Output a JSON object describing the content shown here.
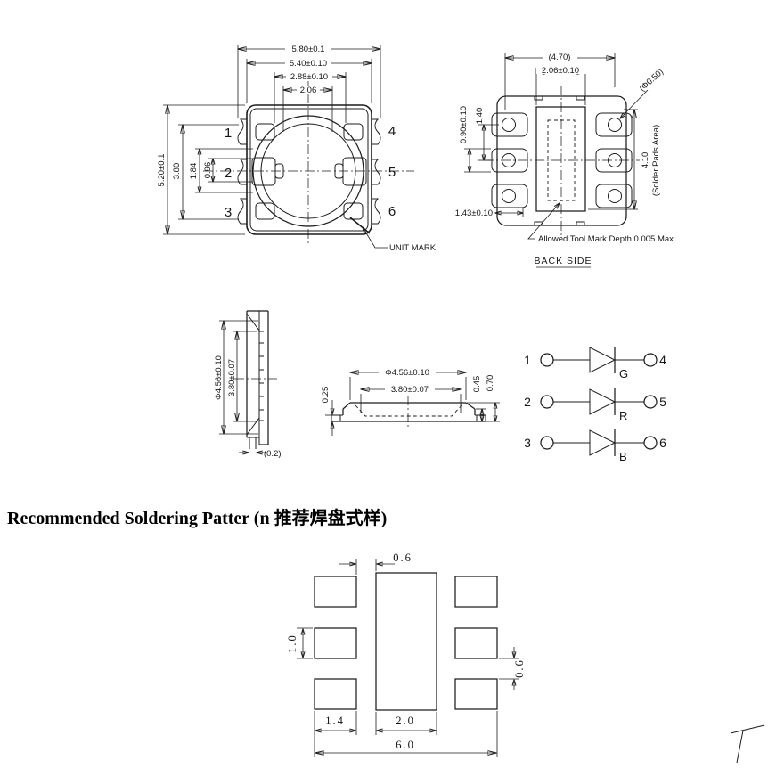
{
  "front_view": {
    "dim_total_width": "5.80±0.1",
    "dim_body_width": "5.40±0.10",
    "dim_inner_width": "2.88±0.10",
    "dim_cup_width": "2.06",
    "dim_total_height": "5.20±0.1",
    "dim_pins_height": "3.80",
    "dim_notch_outer": "1.84",
    "dim_notch_inner": "0.96",
    "pin_1": "1",
    "pin_2": "2",
    "pin_3": "3",
    "pin_4": "4",
    "pin_5": "5",
    "pin_6": "6",
    "unit_mark_label": "UNIT MARK"
  },
  "back_view": {
    "dim_pads_width": "(4.70)",
    "dim_slug_width": "2.06±0.10",
    "dim_hole_dia": "(Φ0.50)",
    "dim_pad_height": "0.90±0.10",
    "dim_pad_pitch": "1.40",
    "dim_pads_height": "4.10",
    "pads_area_note": "(Solder Pads Area)",
    "dim_pad_offset": "1.43±0.10",
    "tool_mark_note": "Allowed Tool Mark Depth 0.005 Max.",
    "caption": "BACK SIDE"
  },
  "side_view": {
    "dim_lens_dia": "Φ4.56±0.10",
    "dim_lens_base": "3.80±0.07",
    "dim_standoff": "(0.2)"
  },
  "section_view": {
    "dim_lens_dia": "Φ4.56±0.10",
    "dim_cup_dia": "3.80±0.07",
    "dim_foot_height": "0.25",
    "dim_step_height": "0.45",
    "dim_total_height": "0.70"
  },
  "circuit": {
    "rows": [
      {
        "anode_pin": "1",
        "cathode_pin": "4",
        "label": "G"
      },
      {
        "anode_pin": "2",
        "cathode_pin": "5",
        "label": "R"
      },
      {
        "anode_pin": "3",
        "cathode_pin": "6",
        "label": "B"
      }
    ]
  },
  "soldering_pattern": {
    "heading": "Recommended Soldering Patter (n 推荐焊盘式样)",
    "dim_gap_x": "0.6",
    "dim_pad_height": "1.0",
    "dim_gap_y": "0.6",
    "dim_pad_width": "1.4",
    "dim_center_width": "2.0",
    "dim_total_width": "6.0"
  },
  "logo": {
    "green": "#55ad28",
    "green_light": "#74c32f",
    "blue": "#1666b1",
    "blue_dark": "#0d4e8f",
    "white": "#ffffff"
  }
}
